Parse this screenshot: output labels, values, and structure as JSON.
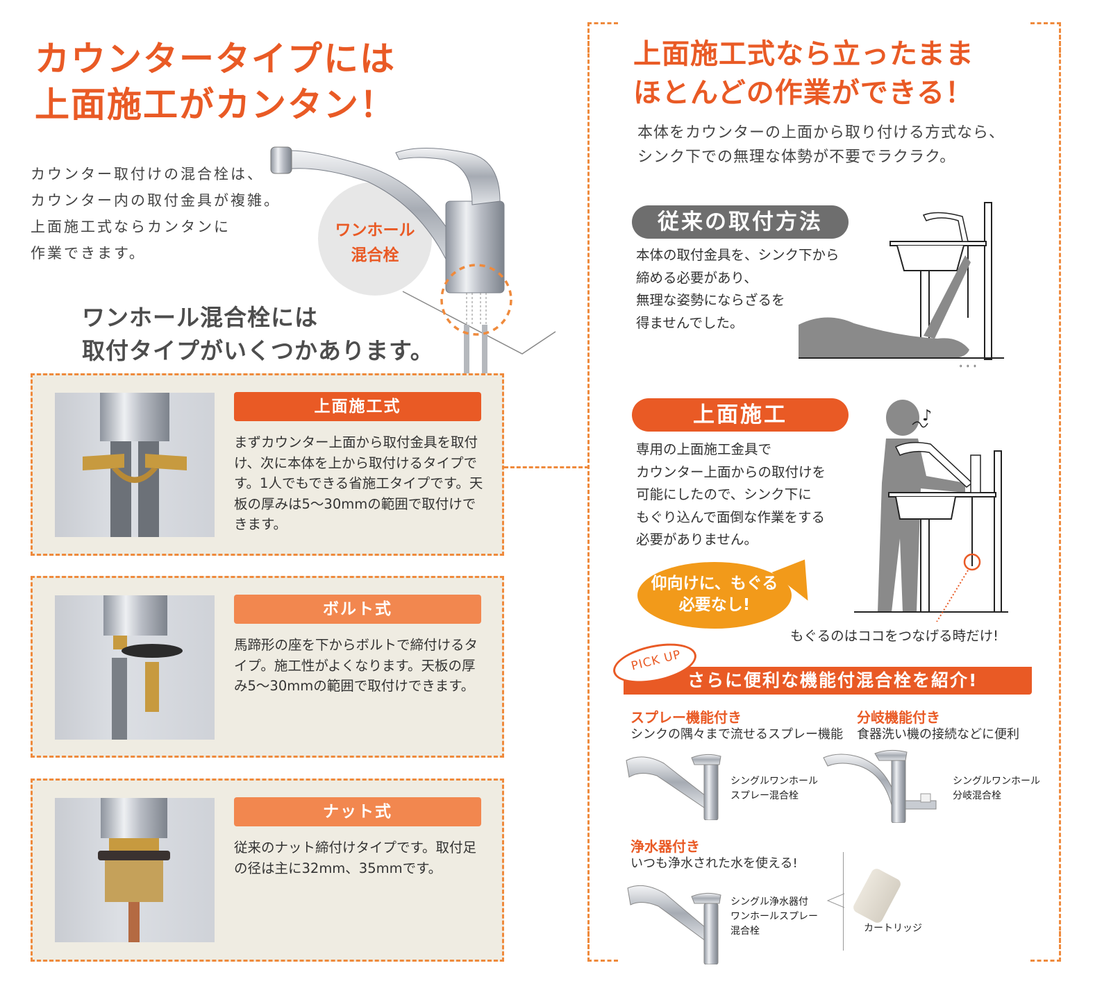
{
  "left": {
    "title_lines": [
      "カウンタータイプには",
      "上面施工がカンタン！"
    ],
    "intro_lines": [
      "カウンター取付けの混合栓は、",
      "カウンター内の取付金具が複雑。",
      "上面施工式ならカンタンに",
      "作業できます。"
    ],
    "hero_label_lines": [
      "ワンホール",
      "混合栓"
    ],
    "subtitle_lines": [
      "ワンホール混合栓には",
      "取付タイプがいくつかあります。"
    ],
    "cards": [
      {
        "badge": "上面施工式",
        "badge_color": "#e95a25",
        "text": "まずカウンター上面から取付金具を取付け、次に本体を上から取付けるタイプです。1人でもできる省施工タイプです。天板の厚みは5〜30mmの範囲で取付けできます。"
      },
      {
        "badge": "ボルト式",
        "badge_color": "#f2874f",
        "text": "馬蹄形の座を下からボルトで締付けるタイプ。施工性がよくなります。天板の厚み5〜30mmの範囲で取付けできます。"
      },
      {
        "badge": "ナット式",
        "badge_color": "#f2874f",
        "text": "従来のナット締付けタイプです。取付足の径は主に32mm、35mmです。"
      }
    ]
  },
  "right": {
    "title_lines": [
      "上面施工式なら立ったまま",
      "ほとんどの作業ができる！"
    ],
    "lead_lines": [
      "本体をカウンターの上面から取り付ける方式なら、",
      "シンク下での無理な体勢が不要でラクラク。"
    ],
    "conventional": {
      "label": "従来の取付方法",
      "body_lines": [
        "本体の取付金具を、シンク下から",
        "締める必要があり、",
        "無理な姿勢にならざるを",
        "得ませんでした。"
      ]
    },
    "top_mount": {
      "label": "上面施工",
      "body_lines": [
        "専用の上面施工金具で",
        "カウンター上面からの取付けを",
        "可能にしたので、シンク下に",
        "もぐり込んで面倒な作業をする",
        "必要がありません。"
      ],
      "bubble_lines": [
        "仰向けに、もぐる",
        "必要なし!"
      ],
      "note": "もぐるのはココをつなげる時だけ!"
    },
    "pickup": {
      "tag": "PICK UP",
      "heading": "さらに便利な機能付混合栓を紹介!",
      "features": [
        {
          "title": "スプレー機能付き",
          "desc": "シンクの隅々まで流せるスプレー機能",
          "product_lines": [
            "シングルワンホール",
            "スプレー混合栓"
          ]
        },
        {
          "title": "分岐機能付き",
          "desc": "食器洗い機の接続などに便利",
          "product_lines": [
            "シングルワンホール",
            "分岐混合栓"
          ]
        },
        {
          "title": "浄水器付き",
          "desc": "いつも浄水された水を使える!",
          "product_lines": [
            "シングル浄水器付",
            "ワンホールスプレー",
            "混合栓"
          ],
          "accessory": "カートリッジ"
        }
      ]
    }
  },
  "colors": {
    "accent": "#e95a25",
    "accent_light": "#f2874f",
    "dash": "#ef8a3c",
    "card_bg": "#efece2",
    "bubble": "#f29a1a",
    "gray_pill": "#6e6e6e"
  }
}
